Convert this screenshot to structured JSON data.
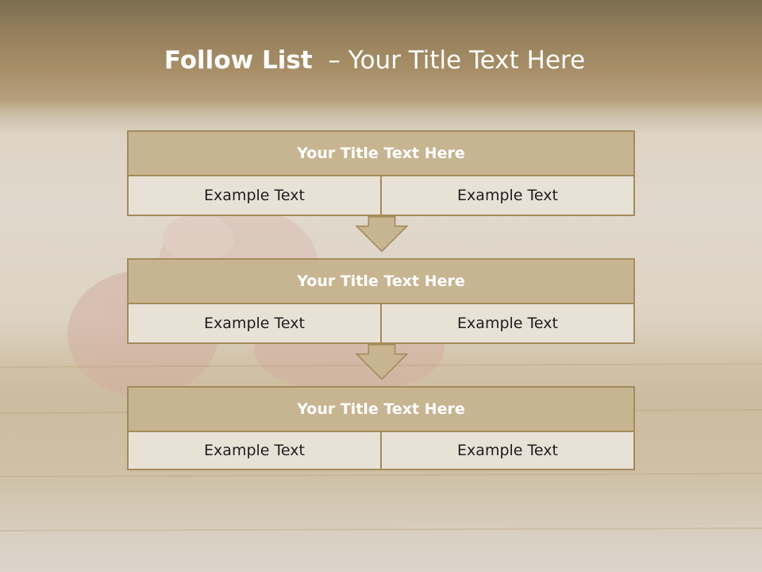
{
  "slide": {
    "title_strong": "Follow List",
    "title_rest": "  – Your Title Text Here"
  },
  "stages": [
    {
      "title": "Your Title Text Here",
      "left": "Example Text",
      "right": "Example Text"
    },
    {
      "title": "Your Title Text Here",
      "left": "Example Text",
      "right": "Example Text"
    },
    {
      "title": "Your Title Text Here",
      "left": "Example Text",
      "right": "Example Text"
    }
  ],
  "colors": {
    "header_fill": "#c7b591",
    "cell_fill": "#e8e1d6",
    "border": "#a48a5c",
    "arrow_fill": "#c7b591"
  }
}
